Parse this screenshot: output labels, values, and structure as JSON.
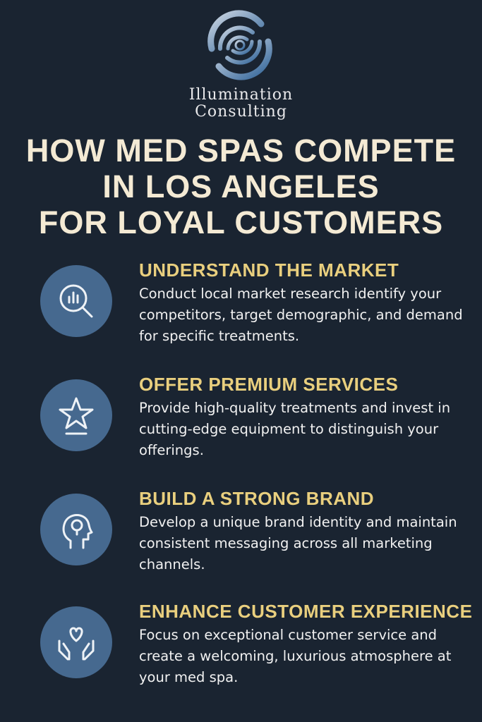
{
  "brand": {
    "line1": "Illumination",
    "line2": "Consulting"
  },
  "title": {
    "lines": [
      "HOW MED SPAS COMPETE",
      "IN LOS ANGELES",
      "FOR LOYAL CUSTOMERS"
    ]
  },
  "items": [
    {
      "icon": "chart-magnifier-icon",
      "heading": "UNDERSTAND THE MARKET",
      "body": "Conduct local market research identify your competitors, target demographic, and demand for specific treatments."
    },
    {
      "icon": "star-icon",
      "heading": "OFFER PREMIUM SERVICES",
      "body": "Provide high-quality treatments and invest in cutting-edge equipment to distinguish your offerings."
    },
    {
      "icon": "head-lightbulb-icon",
      "heading": "BUILD A STRONG BRAND",
      "body": "Develop a unique brand identity and maintain consistent messaging across all marketing channels."
    },
    {
      "icon": "hands-heart-icon",
      "heading": "ENHANCE CUSTOMER EXPERIENCE",
      "body": "Focus on exceptional customer service and create a welcoming, luxurious atmosphere at your med spa."
    }
  ],
  "colors": {
    "background": "#1a2431",
    "accent": "#e9cf7e",
    "icon_circle": "#46698f",
    "title": "#f4ead4"
  }
}
